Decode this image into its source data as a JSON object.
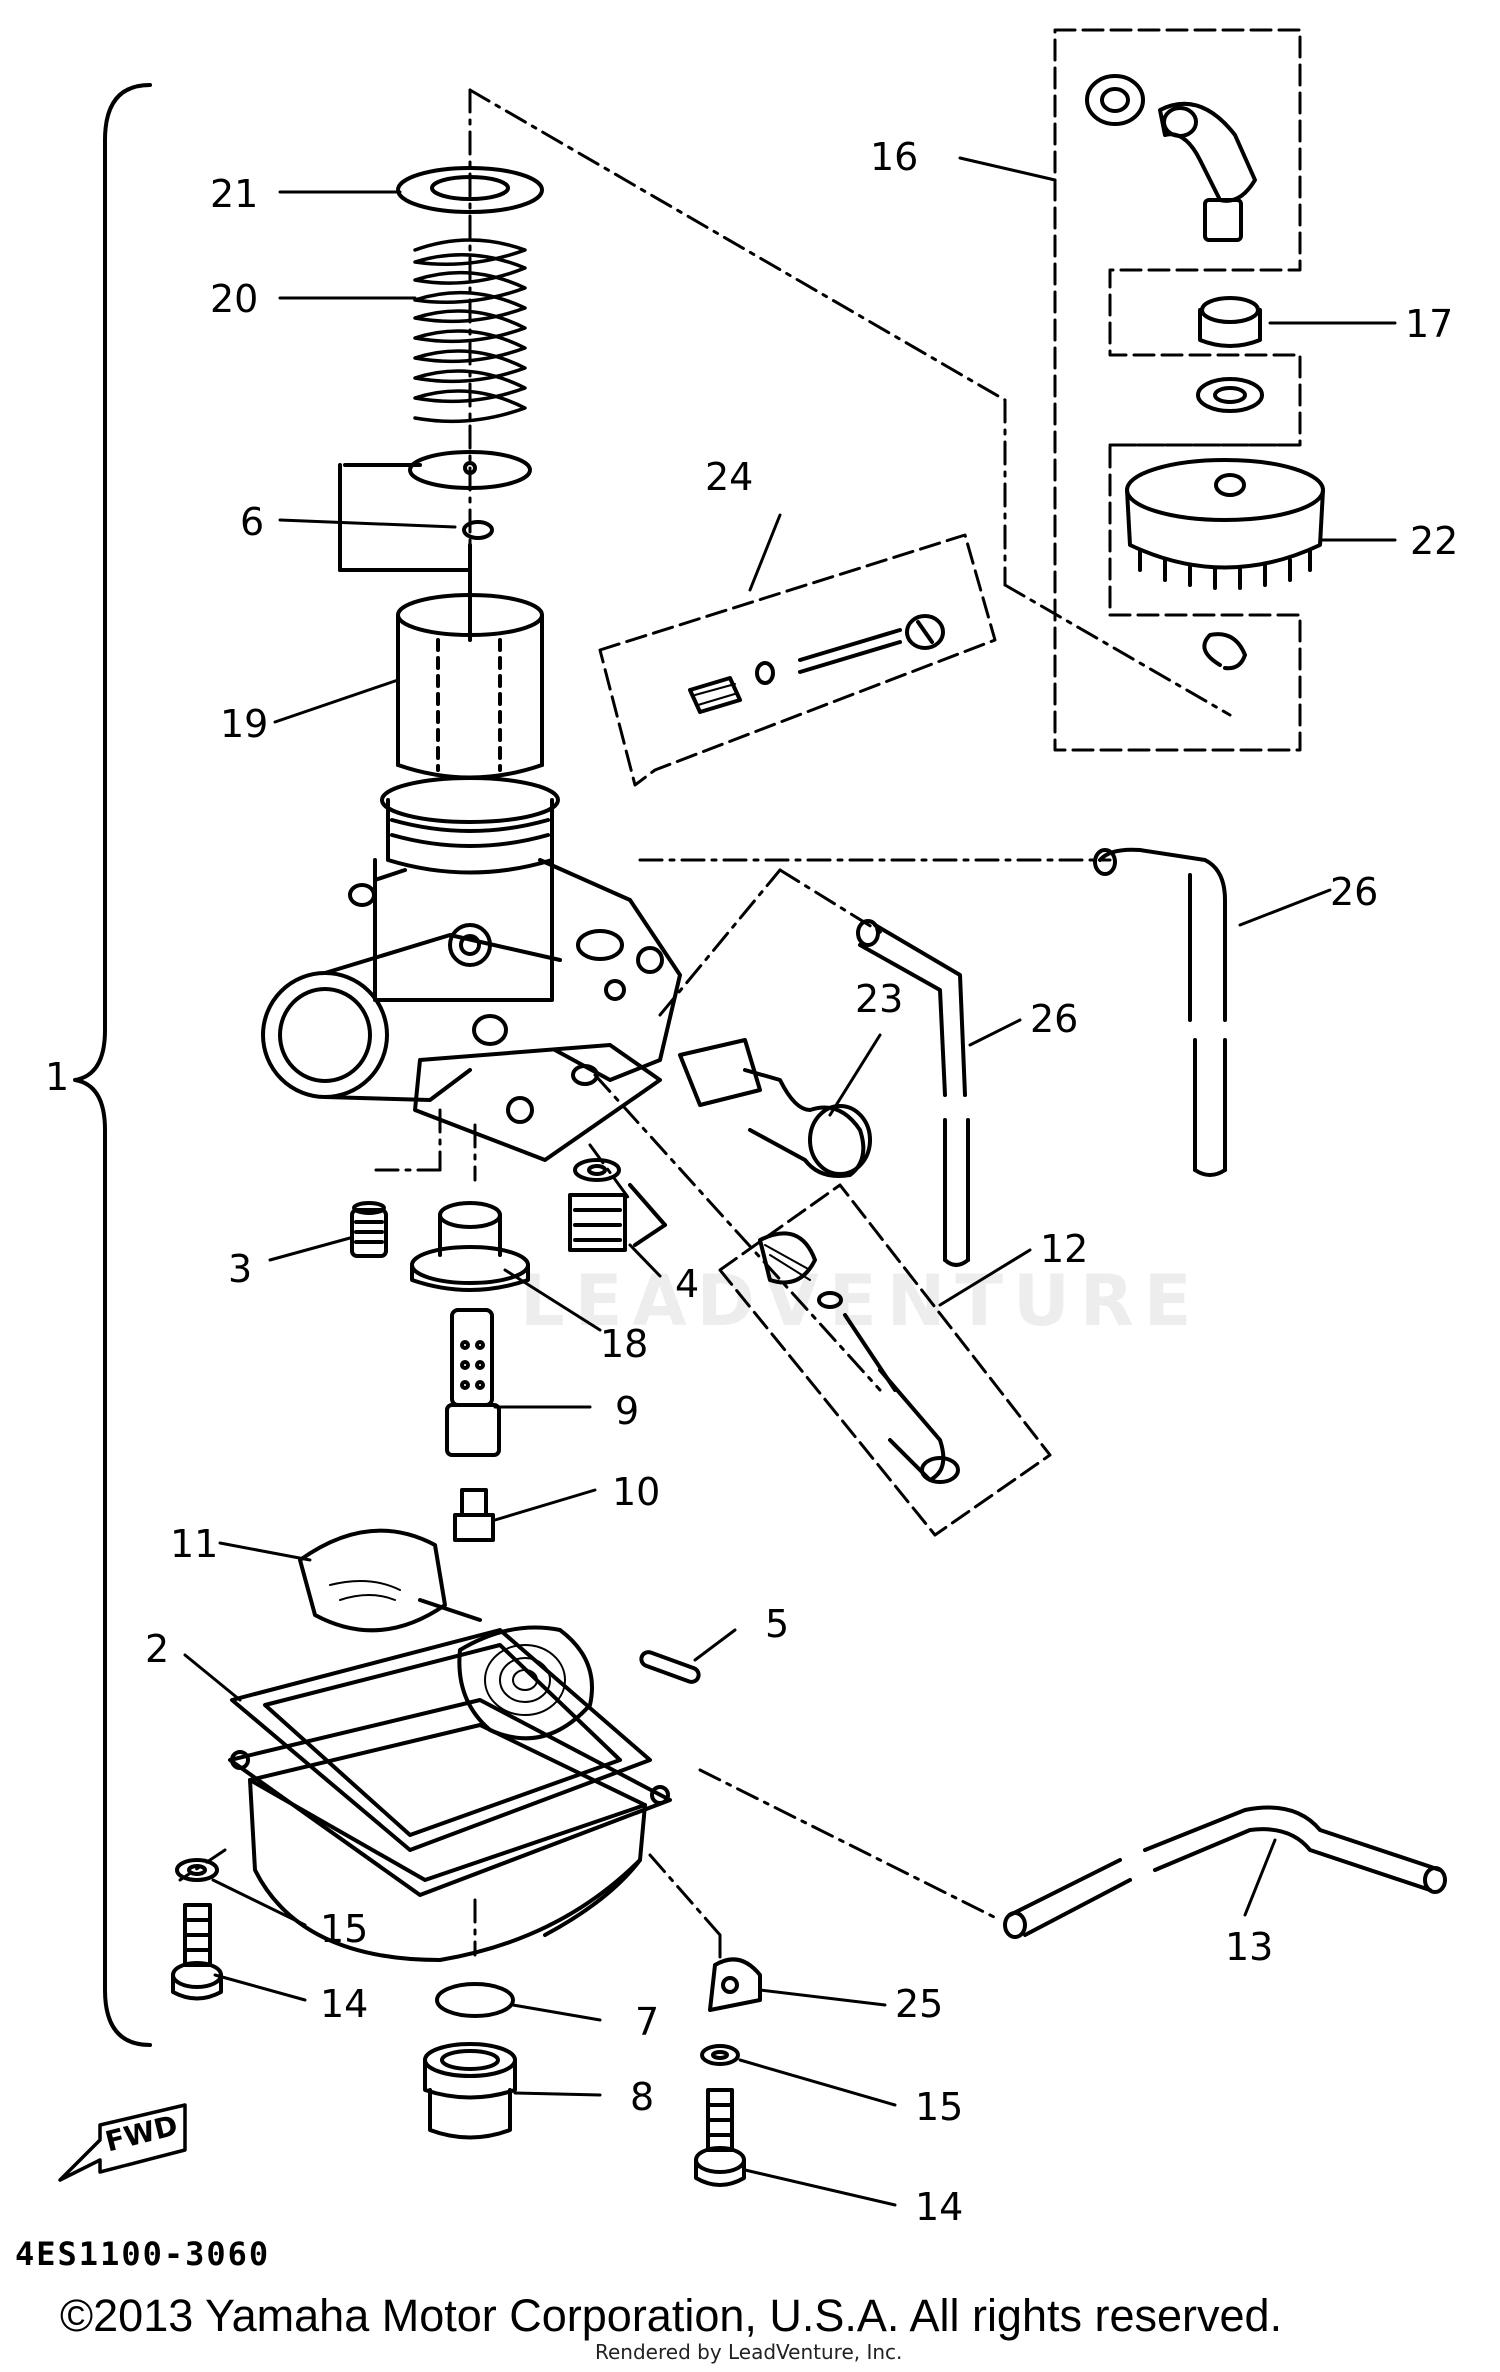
{
  "diagram": {
    "title_code": "4ES1100-3060",
    "copyright": "©2013 Yamaha Motor Corporation, U.S.A. All rights reserved.",
    "rendered_by": "Rendered by LeadVenture, Inc.",
    "watermark": "LEADVENTURE",
    "fwd_label": "FWD",
    "callouts": {
      "c1": "1",
      "c2": "2",
      "c3": "3",
      "c4": "4",
      "c5": "5",
      "c6": "6",
      "c7": "7",
      "c8": "8",
      "c9": "9",
      "c10": "10",
      "c11": "11",
      "c12": "12",
      "c13": "13",
      "c14a": "14",
      "c14b": "14",
      "c15a": "15",
      "c15b": "15",
      "c16": "16",
      "c17": "17",
      "c18": "18",
      "c19": "19",
      "c20": "20",
      "c21": "21",
      "c22": "22",
      "c23": "23",
      "c24": "24",
      "c25": "25",
      "c26a": "26",
      "c26b": "26"
    },
    "colors": {
      "ink": "#000000",
      "paper": "#ffffff"
    }
  }
}
